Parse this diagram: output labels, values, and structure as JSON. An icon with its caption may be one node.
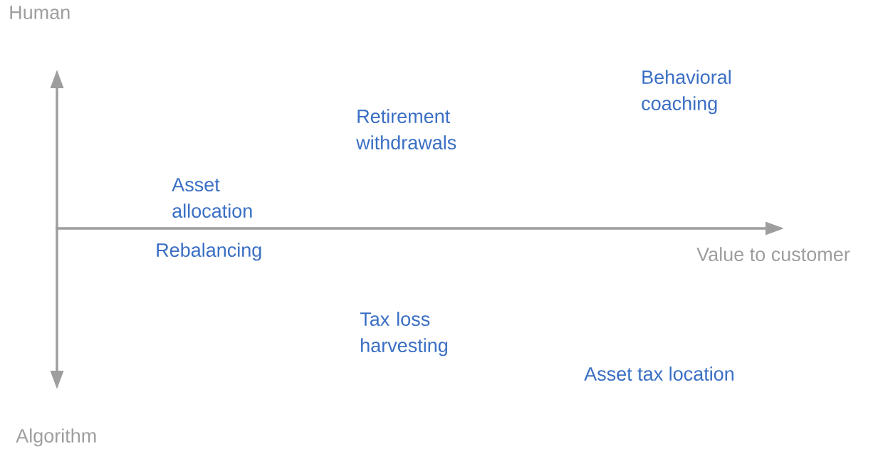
{
  "diagram": {
    "labels": [
      "Human",
      "Behavioral coaching",
      "Retirement withdrawals",
      "Asset allocation",
      "Rebalancing",
      "Value to customer",
      "Tax loss harvesting",
      "Asset tax location",
      "Algorithm"
    ]
  }
}
